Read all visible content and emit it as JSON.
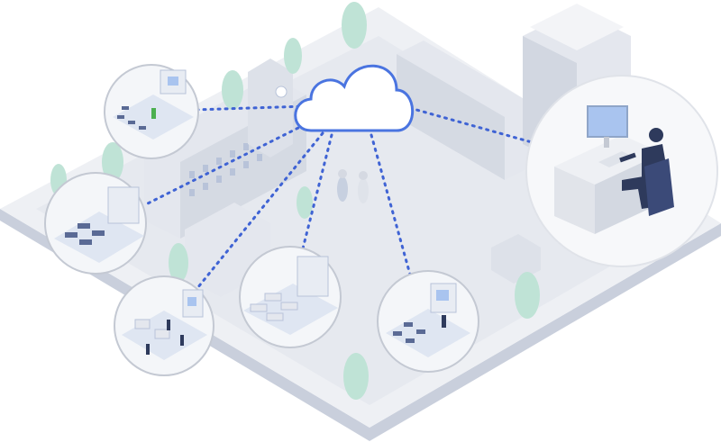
{
  "scene": {
    "kind": "isometric-campus-cloud-network-illustration",
    "nodes": [
      "classroom-top-left",
      "classroom-left",
      "lab-bottom-left",
      "classroom-bottom-center",
      "classroom-bottom-right",
      "admin-operator"
    ]
  },
  "colors": {
    "background": "#ffffff",
    "platform_top": "#eef0f4",
    "platform_side": "#c9cfdc",
    "platform_edge": "#a9b3c9",
    "building": "#e4e7ee",
    "building_shade": "#cfd4df",
    "window": "#b8c3d9",
    "tree": "#bfe3d6",
    "cloud_fill": "#ffffff",
    "cloud_stroke": "#4a74e0",
    "link": "#3f63d4",
    "circle_fill": "#f4f6f9",
    "circle_stroke": "#c4c9d3",
    "operator_suit": "#2e3a5c",
    "monitor": "#a9c4ef"
  }
}
